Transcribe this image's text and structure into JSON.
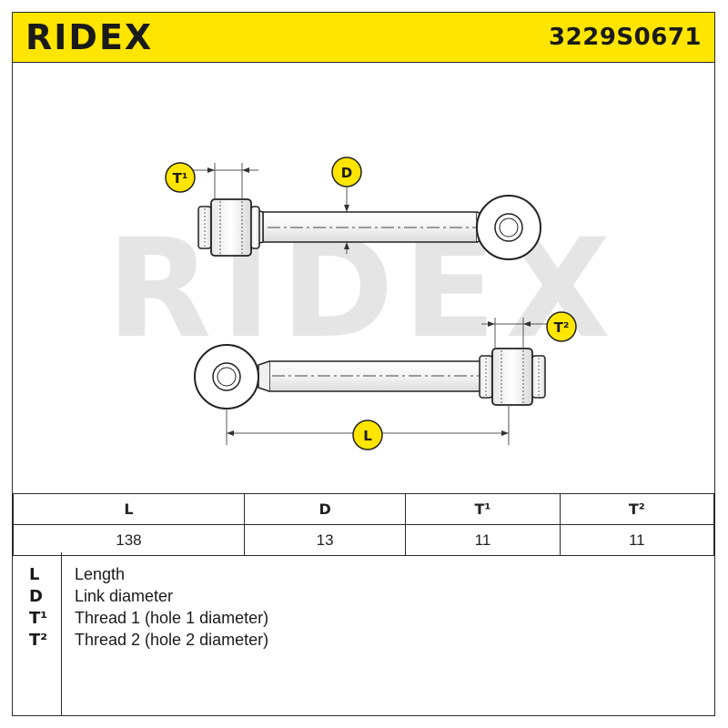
{
  "header": {
    "brand": "RIDEX",
    "part_number": "3229S0671",
    "accent_color": "#ffe500"
  },
  "drawing": {
    "watermark": "RIDEX",
    "labels": {
      "t1": "T¹",
      "d": "D",
      "t2": "T²",
      "l": "L"
    }
  },
  "table": {
    "headers": [
      "L",
      "D",
      "T¹",
      "T²"
    ],
    "values": [
      "138",
      "13",
      "11",
      "11"
    ]
  },
  "legend": [
    {
      "key": "L",
      "desc": "Length"
    },
    {
      "key": "D",
      "desc": "Link diameter"
    },
    {
      "key": "T¹",
      "desc": "Thread 1 (hole 1 diameter)"
    },
    {
      "key": "T²",
      "desc": "Thread 2 (hole 2 diameter)"
    }
  ]
}
